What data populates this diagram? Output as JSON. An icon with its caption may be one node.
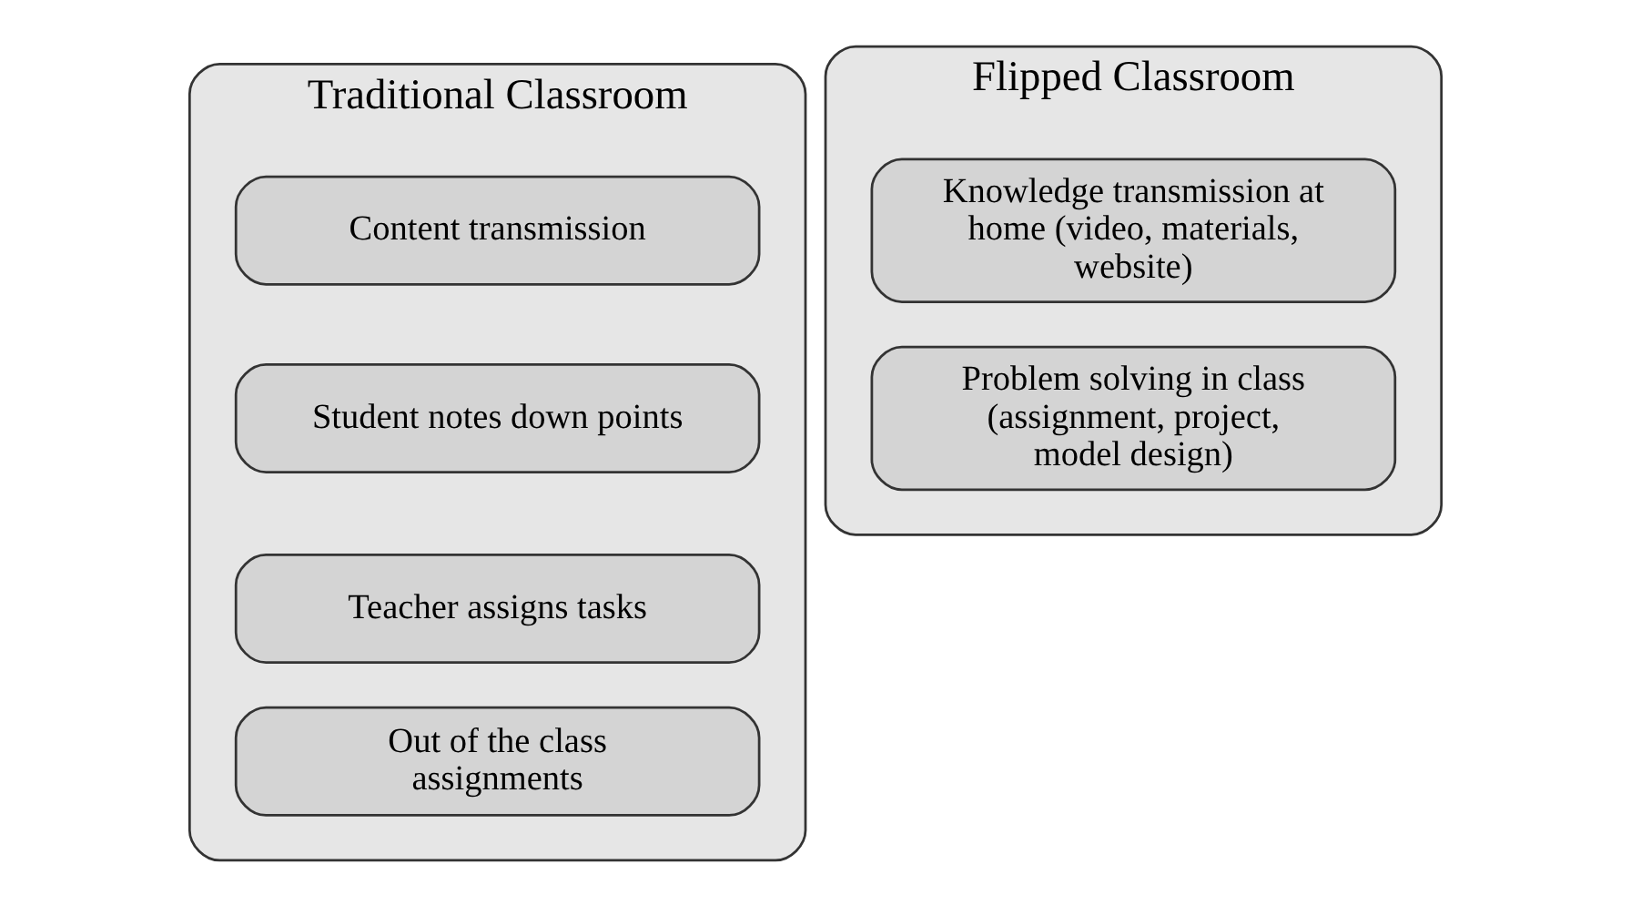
{
  "diagram": {
    "nodes": [
      {
        "text": [
          "Traditional Classroom"
        ]
      },
      {
        "text": [
          "Content transmission"
        ],
        "in": 0
      },
      {
        "text": [
          "Student notes down points"
        ],
        "in": 0
      },
      {
        "text": [
          "Teacher assigns tasks"
        ],
        "in": 0
      },
      {
        "text": [
          "Out of the class assignments"
        ],
        "in": 0
      },
      {
        "text": [
          "Flipped Classroom"
        ]
      },
      {
        "text": [
          "Knowledge transmission at home (video, materials, website)"
        ],
        "in": 5
      },
      {
        "text": [
          "Problem solving in class (assignment, project, model design)"
        ],
        "in": 5
      }
    ],
    "edges": []
  }
}
